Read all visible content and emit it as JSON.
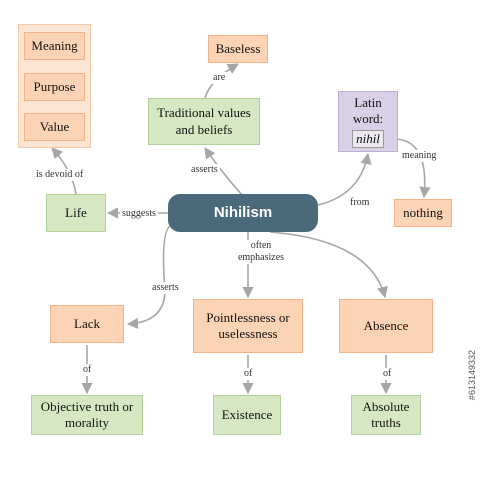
{
  "nodes": {
    "center": "Nihilism",
    "meaning": "Meaning",
    "purpose": "Purpose",
    "value": "Value",
    "baseless": "Baseless",
    "traditional": "Traditional values and beliefs",
    "latin_word": "Latin word:",
    "latin_term": "nihil",
    "life": "Life",
    "nothing": "nothing",
    "lack": "Lack",
    "pointlessness": "Pointlessness or uselessness",
    "absence": "Absence",
    "objective_truth": "Objective truth or morality",
    "existence": "Existence",
    "absolute_truths": "Absolute truths"
  },
  "edges": {
    "are": "are",
    "asserts_top": "asserts",
    "is_devoid_of": "is devoid of",
    "suggests": "suggests",
    "from": "from",
    "meaning": "meaning",
    "often_emphasizes": "often emphasizes",
    "asserts_left": "asserts",
    "of_lack": "of",
    "of_pointless": "of",
    "of_absence": "of"
  },
  "watermark": "#613149332",
  "colors": {
    "center_fill": "#4a6a7a",
    "orange_fill": "#fcd3b4",
    "green_fill": "#d6e8c3",
    "purple_fill": "#d9d0e8",
    "edge": "#a6a6a6"
  }
}
